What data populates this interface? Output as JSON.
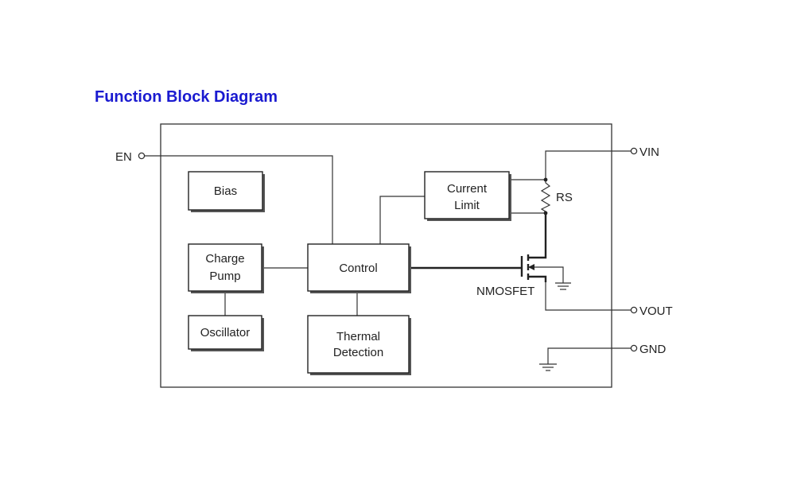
{
  "title": "Function Block Diagram",
  "blocks": {
    "bias": "Bias",
    "charge_pump": [
      "Charge",
      "Pump"
    ],
    "oscillator": "Oscillator",
    "control": "Control",
    "thermal": [
      "Thermal",
      "Detection"
    ],
    "current_limit": [
      "Current",
      "Limit"
    ]
  },
  "pins": {
    "en": "EN",
    "vin": "VIN",
    "vout": "VOUT",
    "gnd": "GND"
  },
  "components": {
    "rs": "RS",
    "nmosfet": "NMOSFET"
  }
}
